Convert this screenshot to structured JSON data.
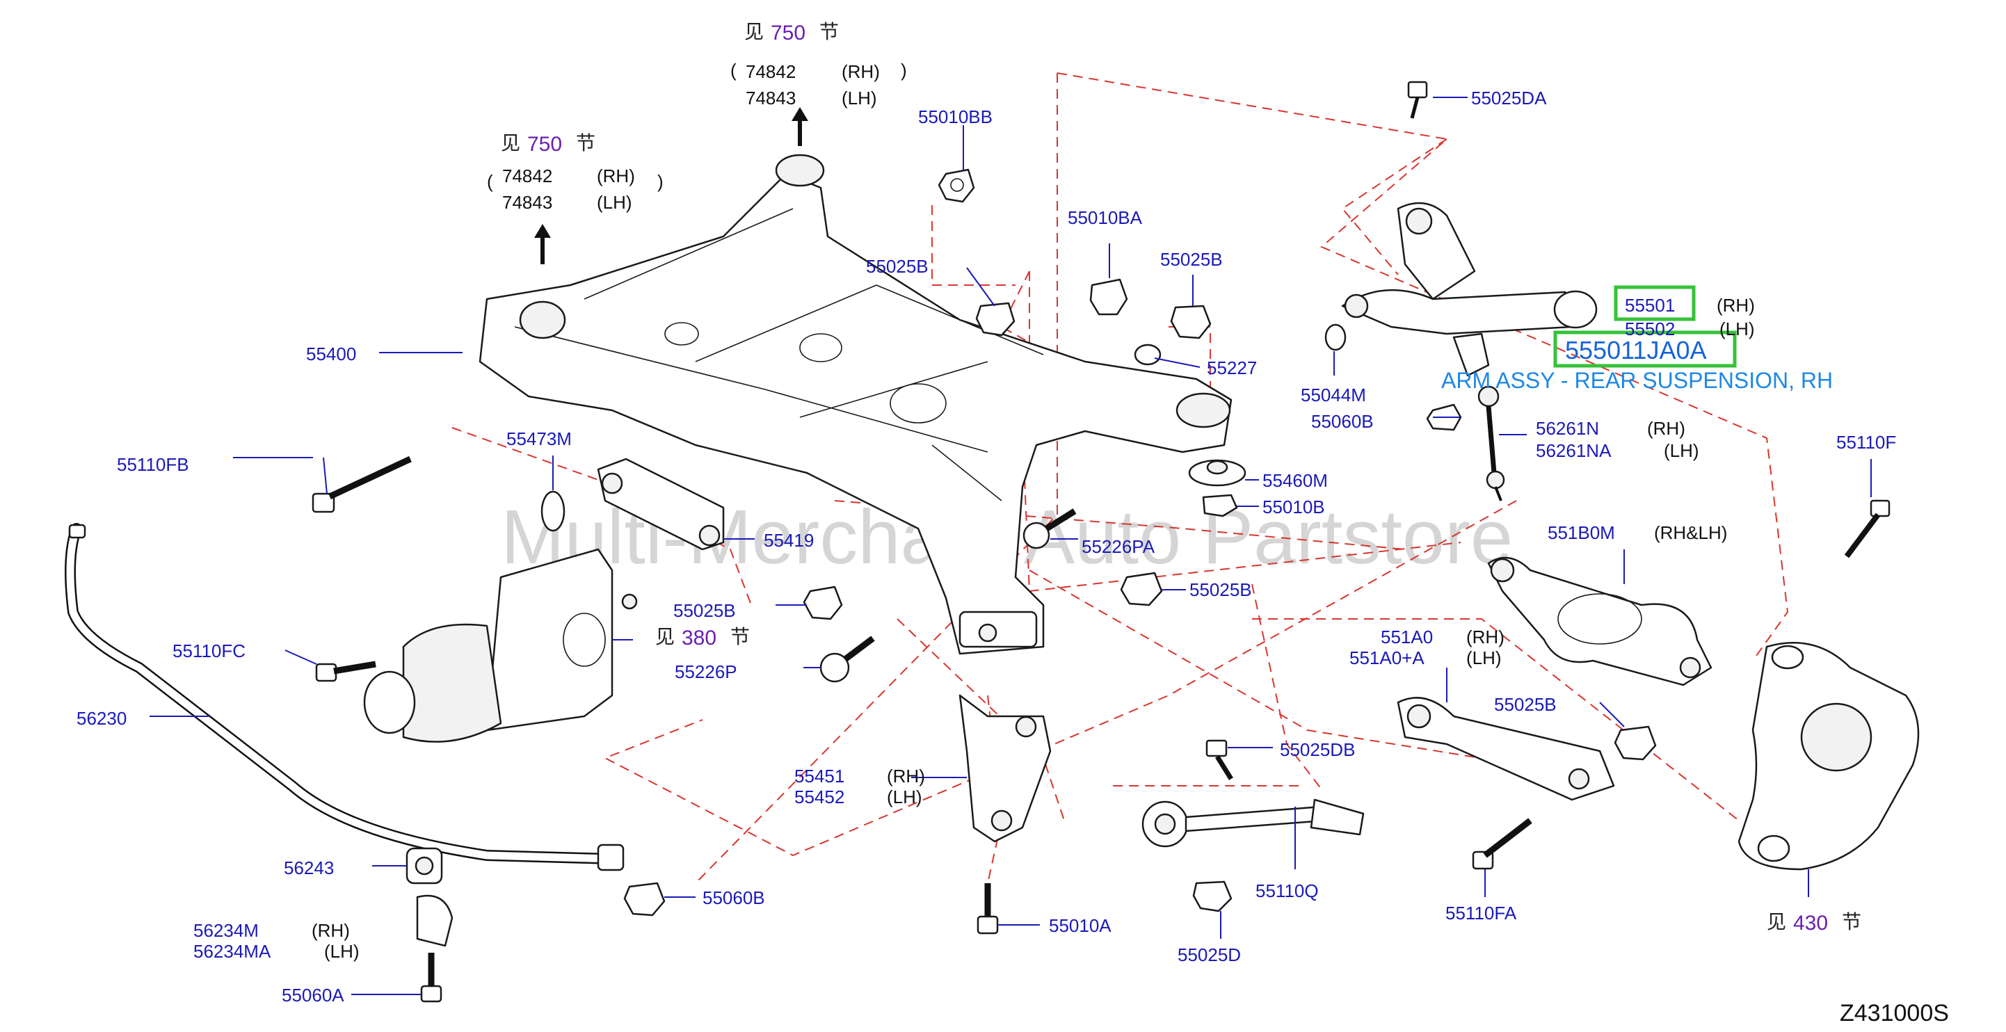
{
  "diagram_code": "Z431000S",
  "watermark": "Multi-Merchant Auto Partstore",
  "highlight": {
    "part_number": "555011JA0A",
    "description": "ARM ASSY - REAR SUSPENSION, RH",
    "color": "#36c23a"
  },
  "refs": {
    "prefix": "见",
    "suffix": "节",
    "left_section": "750",
    "top_section": "750",
    "diff_section": "380",
    "knuckle_section": "430"
  },
  "mounts": {
    "rh_1": "74842",
    "lh_1": "74843",
    "rh_side": "(RH)",
    "lh_side": "(LH)"
  },
  "parts": {
    "p55010BB": "55010BB",
    "p55025DA": "55025DA",
    "p55010BA": "55010BA",
    "p55025B_a": "55025B",
    "p55025B_b": "55025B",
    "p55501": "55501",
    "p55502": "55502",
    "p55400": "55400",
    "p55227": "55227",
    "p55044M": "55044M",
    "p55060B_a": "55060B",
    "p56261N": "56261N",
    "p56261NA": "56261NA",
    "p55110FB": "55110FB",
    "p55473M": "55473M",
    "p55460M": "55460M",
    "p55110F": "55110F",
    "p55010B": "55010B",
    "p55419": "55419",
    "p55226PA": "55226PA",
    "p551B0M": "551B0M",
    "p55025B_c": "55025B",
    "p55025B_d": "55025B",
    "p55110FC": "55110FC",
    "p551A0": "551A0",
    "p551A0A": "551A0+A",
    "p55226P": "55226P",
    "p56230": "56230",
    "p55025B_e": "55025B",
    "p55025DB": "55025DB",
    "p55451": "55451",
    "p55452": "55452",
    "p56243": "56243",
    "p55060B_b": "55060B",
    "p55110Q": "55110Q",
    "p55110FA": "55110FA",
    "p55010A": "55010A",
    "p56234M": "56234M",
    "p56234MA": "56234MA",
    "p55025D": "55025D",
    "p55060A": "55060A"
  },
  "sides": {
    "rh": "(RH)",
    "lh": "(LH)",
    "rhlh": "(RH&LH)"
  }
}
